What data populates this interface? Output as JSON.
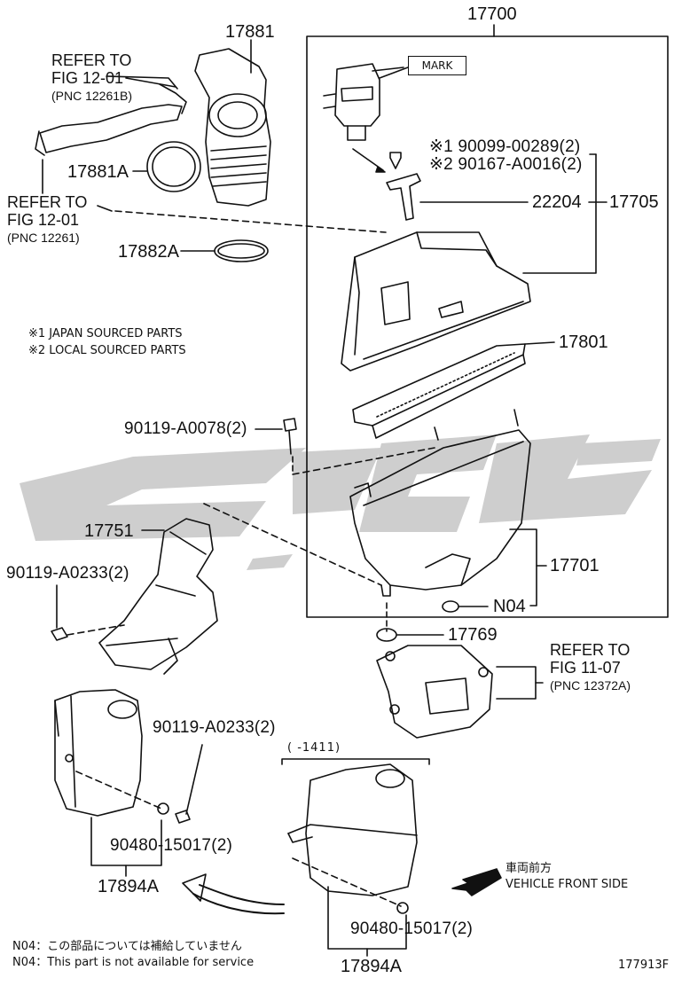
{
  "parts": {
    "p17700": "17700",
    "p17881": "17881",
    "p17881A": "17881A",
    "p17882A": "17882A",
    "p17705": "17705",
    "p22204": "22204",
    "p90099": "※1 90099-00289(2)",
    "p90167": "※2 90167-A0016(2)",
    "p17801": "17801",
    "p90119_0078": "90119-A0078(2)",
    "p17751": "17751",
    "p90119_0233a": "90119-A0233(2)",
    "p17701": "17701",
    "pN04": "N04",
    "p17769": "17769",
    "p90119_0233b": "90119-A0233(2)",
    "p90480a": "90480-15017(2)",
    "p17894A_left": "17894A",
    "p90480b": "90480-15017(2)",
    "p17894A_bottom": "17894A",
    "range": "(      -1411)"
  },
  "refs": {
    "ref1": {
      "line1": "REFER TO",
      "line2": "FIG 12-01",
      "line3": "(PNC 12261B)"
    },
    "ref2": {
      "line1": "REFER TO",
      "line2": "FIG 12-01",
      "line3": "(PNC 12261)"
    },
    "ref3": {
      "line1": "REFER TO",
      "line2": "FIG 11-07",
      "line3": "(PNC 12372A)"
    }
  },
  "mark_label": "MARK",
  "notes": {
    "japan": "※1 JAPAN SOURCED PARTS",
    "local": "※2 LOCAL SOURCED PARTS"
  },
  "vehicle_front": {
    "jp": "車両前方",
    "en": "VEHICLE FRONT SIDE"
  },
  "footnotes": {
    "jp": "N04：この部品については補給していません",
    "en": "N04：This part is not available for service"
  },
  "figure_code": "177913F",
  "colors": {
    "line": "#111111",
    "watermark": "#c8c8c8"
  }
}
